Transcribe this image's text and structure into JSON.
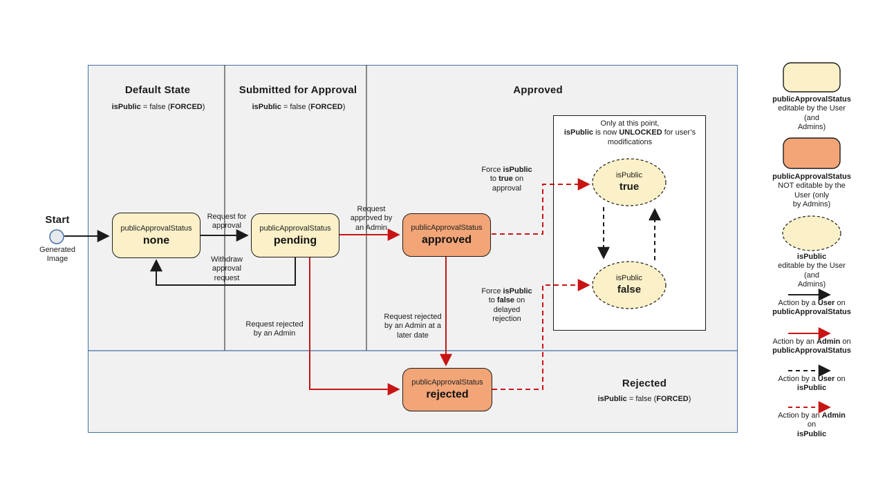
{
  "colors": {
    "editable_fill": "#FBF0C7",
    "not_editable_fill": "#F2A577",
    "admin_red": "#C81414",
    "container_blue": "#4470A8",
    "section_bg": "#F1F1F1",
    "line_black": "#1b1b1b"
  },
  "sections": {
    "default_state": {
      "title": "Default State",
      "forced": [
        {
          "t": "isPublic",
          "b": true
        },
        {
          "t": " = false ("
        },
        {
          "t": "FORCED",
          "b": true
        },
        {
          "t": ")"
        }
      ]
    },
    "submitted": {
      "title": "Submitted for Approval",
      "forced": [
        {
          "t": "isPublic",
          "b": true
        },
        {
          "t": " = false ("
        },
        {
          "t": "FORCED",
          "b": true
        },
        {
          "t": ")"
        }
      ]
    },
    "approved": {
      "title": "Approved"
    },
    "rejected": {
      "title": "Rejected",
      "forced": [
        {
          "t": "isPublic",
          "b": true
        },
        {
          "t": " = false ("
        },
        {
          "t": "FORCED",
          "b": true
        },
        {
          "t": ")"
        }
      ]
    }
  },
  "start": {
    "label": "Start",
    "sublabel": "Generated\nImage"
  },
  "states": {
    "none": {
      "attr": "publicApprovalStatus",
      "value": "none"
    },
    "pending": {
      "attr": "publicApprovalStatus",
      "value": "pending"
    },
    "approved": {
      "attr": "publicApprovalStatus",
      "value": "approved"
    },
    "rejected": {
      "attr": "publicApprovalStatus",
      "value": "rejected"
    }
  },
  "ispublic": {
    "note": [
      {
        "t": "Only at this point,\n"
      },
      {
        "t": "isPublic",
        "b": true
      },
      {
        "t": " is now "
      },
      {
        "t": "UNLOCKED",
        "b": true
      },
      {
        "t": " for user’s\nmodifications"
      }
    ],
    "true_state": {
      "label": "isPublic",
      "value": "true"
    },
    "false_state": {
      "label": "isPublic",
      "value": "false"
    }
  },
  "edges": {
    "request_for_approval": "Request for\napproval",
    "withdraw": "Withdraw\napproval\nrequest",
    "request_approved": "Request\napproved by\nan Admin",
    "request_rejected": "Request rejected\nby an Admin",
    "request_rejected_later": "Request rejected\nby an Admin at a\nlater date",
    "force_true": [
      {
        "t": "Force "
      },
      {
        "t": "isPublic",
        "b": true
      },
      {
        "t": "\nto "
      },
      {
        "t": "true",
        "b": true
      },
      {
        "t": " on\napproval"
      }
    ],
    "force_false": [
      {
        "t": "Force "
      },
      {
        "t": "isPublic",
        "b": true
      },
      {
        "t": "\nto "
      },
      {
        "t": "false",
        "b": true
      },
      {
        "t": " on\ndelayed\nrejection"
      }
    ]
  },
  "legend": {
    "box_editable": [
      {
        "t": "publicApprovalStatus",
        "b": true
      },
      {
        "t": "\neditable by the User (and\nAdmins)"
      }
    ],
    "box_not_editable": [
      {
        "t": "publicApprovalStatus",
        "b": true
      },
      {
        "t": "\nNOT editable by the User (only\nby Admins)"
      }
    ],
    "ellipse_editable": [
      {
        "t": "isPublic",
        "b": true
      },
      {
        "t": "\neditable by the User (and\nAdmins)"
      }
    ],
    "arrow_user_pas": [
      {
        "t": "Action by a "
      },
      {
        "t": "User",
        "b": true
      },
      {
        "t": " on\n"
      },
      {
        "t": "publicApprovalStatus",
        "b": true
      }
    ],
    "arrow_admin_pas": [
      {
        "t": "Action by an "
      },
      {
        "t": "Admin",
        "b": true
      },
      {
        "t": " on\n"
      },
      {
        "t": "publicApprovalStatus",
        "b": true
      }
    ],
    "arrow_user_isp": [
      {
        "t": "Action by a "
      },
      {
        "t": "User",
        "b": true
      },
      {
        "t": " on\n"
      },
      {
        "t": "isPublic",
        "b": true
      }
    ],
    "arrow_admin_isp": [
      {
        "t": "Action by an "
      },
      {
        "t": "Admin",
        "b": true
      },
      {
        "t": " on\n"
      },
      {
        "t": "isPublic",
        "b": true
      }
    ]
  }
}
